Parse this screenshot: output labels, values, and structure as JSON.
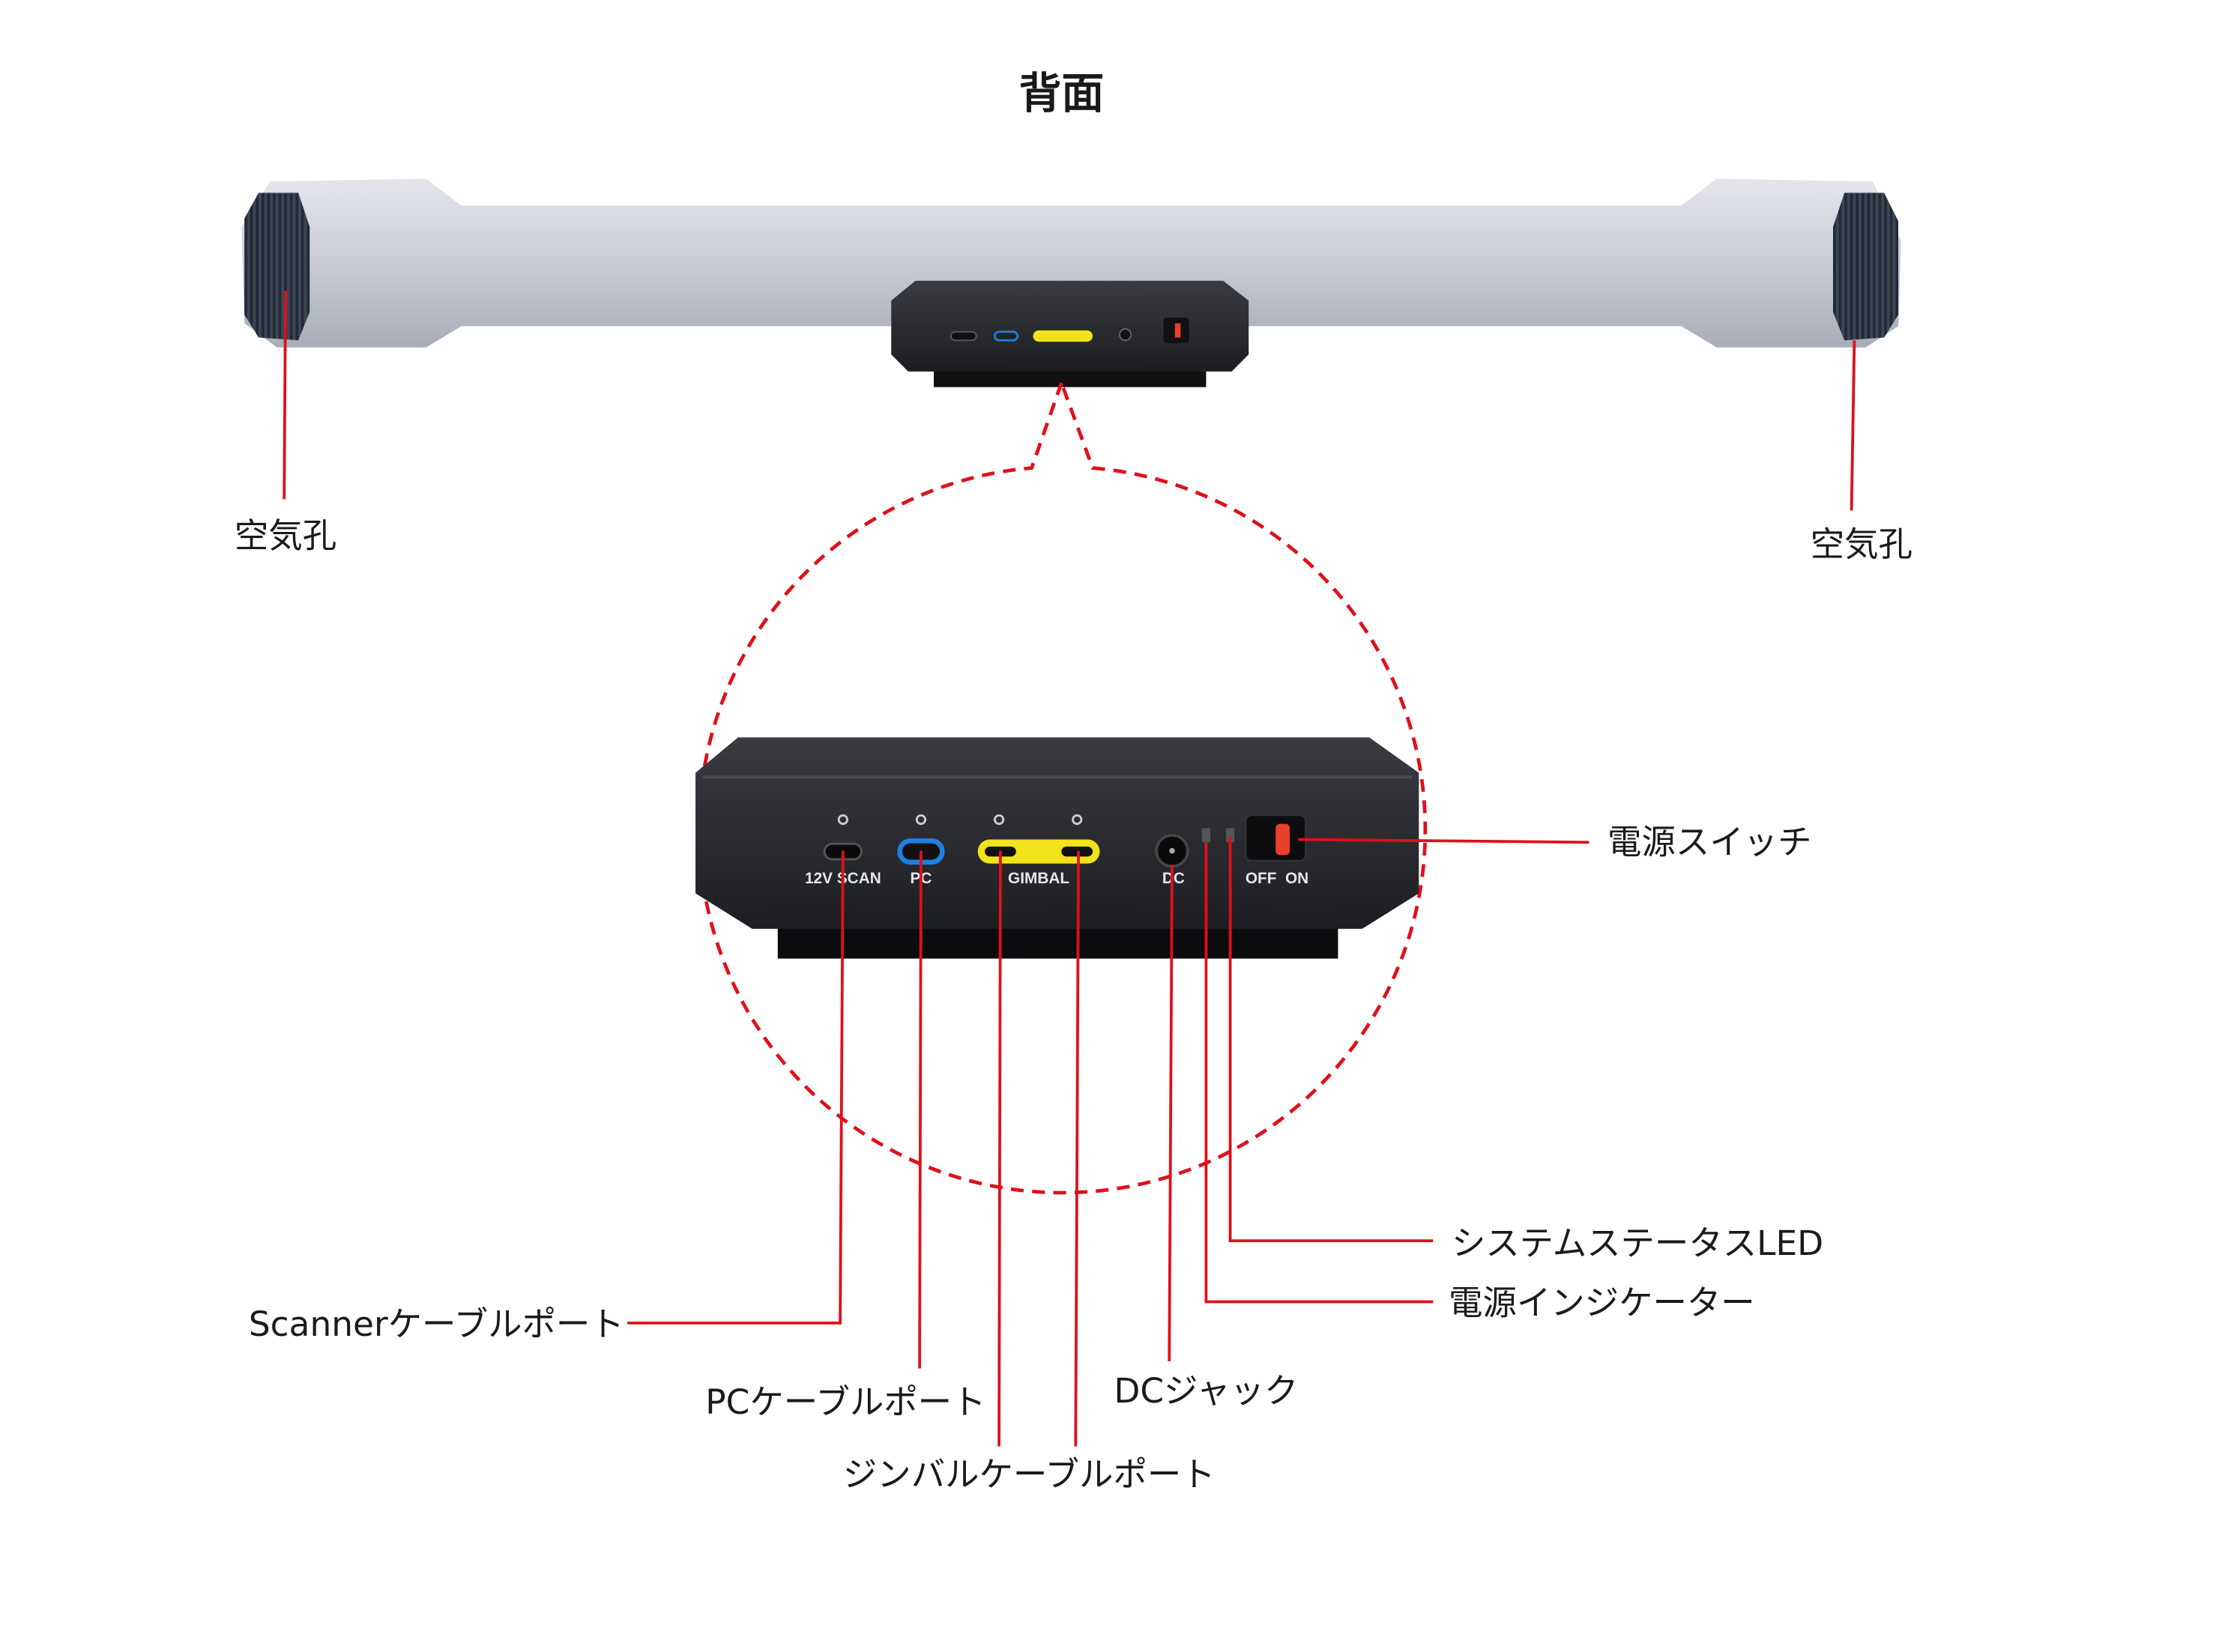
{
  "title": "背面",
  "colors": {
    "leader": "#e0101a",
    "pc_port": "#1e7fe0",
    "gimbal_port": "#f2e21a",
    "switch": "#e8402a"
  },
  "port_labels": {
    "scan": "12V SCAN",
    "pc": "PC",
    "gimbal": "GIMBAL",
    "dc": "DC",
    "switch": "OFF  ON"
  },
  "callouts": {
    "vent_left": "空気孔",
    "vent_right": "空気孔",
    "power_switch": "電源スイッチ",
    "status_led": "システムステータスLED",
    "power_indicator": "電源インジケーター",
    "dc_jack": "DCジャック",
    "scanner_port": "Scannerケーブルポート",
    "pc_port": "PCケーブルポート",
    "gimbal_port": "ジンバルケーブルポート"
  }
}
